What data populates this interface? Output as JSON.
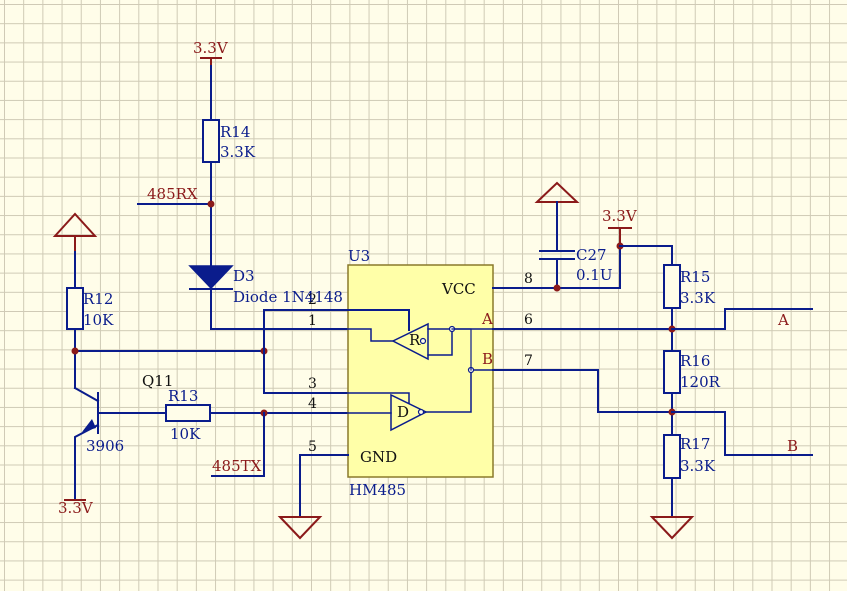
{
  "power": {
    "r14_top": "3.3V",
    "r15_top": "3.3V",
    "q11_bottom": "3.3V"
  },
  "nets": {
    "rx": "485RX",
    "tx": "485TX",
    "a": "A",
    "b": "B"
  },
  "components": {
    "r14": {
      "ref": "R14",
      "value": "3.3K"
    },
    "r12": {
      "ref": "R12",
      "value": "10K"
    },
    "r13": {
      "ref": "R13",
      "value": "10K"
    },
    "r15": {
      "ref": "R15",
      "value": "3.3K"
    },
    "r16": {
      "ref": "R16",
      "value": "120R"
    },
    "r17": {
      "ref": "R17",
      "value": "3.3K"
    },
    "c27": {
      "ref": "C27",
      "value": "0.1U"
    },
    "d3": {
      "ref": "D3",
      "value": "Diode 1N4148"
    },
    "q11": {
      "ref": "Q11",
      "value": "3906"
    },
    "u3": {
      "ref": "U3",
      "value": "HM485"
    }
  },
  "u3_pins": {
    "vcc": "VCC",
    "gnd": "GND",
    "a": "A",
    "b": "B",
    "r": "R",
    "d": "D",
    "p1": "1",
    "p2": "2",
    "p3": "3",
    "p4": "4",
    "p5": "5",
    "p6": "6",
    "p7": "7",
    "p8": "8"
  }
}
